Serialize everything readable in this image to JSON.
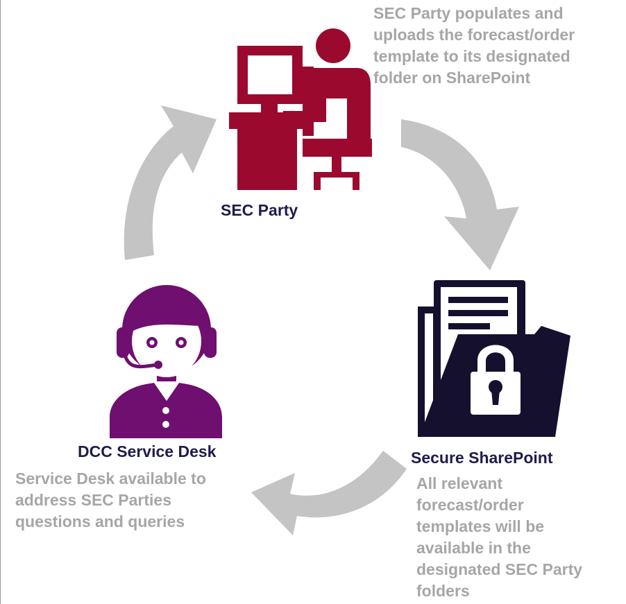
{
  "colors": {
    "sec_party": "#9b0a2e",
    "sharepoint": "#14102e",
    "service_desk": "#6f0f6f",
    "arrow": "#c4c4c4",
    "label_text": "#1f1b4d",
    "desc_text": "#a6a6a6"
  },
  "nodes": {
    "sec_party": {
      "label": "SEC Party",
      "icon": "desk-computer-user-icon",
      "description": [
        "SEC Party populates and",
        "uploads the  forecast/order",
        "template to its designated",
        "folder on SharePoint"
      ]
    },
    "sharepoint": {
      "label": "Secure SharePoint",
      "icon": "locked-folder-icon",
      "description": [
        "All relevant",
        "forecast/order",
        "templates will be",
        "available in the",
        "designated SEC Party",
        "folders"
      ]
    },
    "service_desk": {
      "label": "DCC Service Desk",
      "icon": "headset-agent-icon",
      "description": [
        "Service Desk available to",
        "address SEC Parties",
        "questions and queries"
      ]
    }
  }
}
